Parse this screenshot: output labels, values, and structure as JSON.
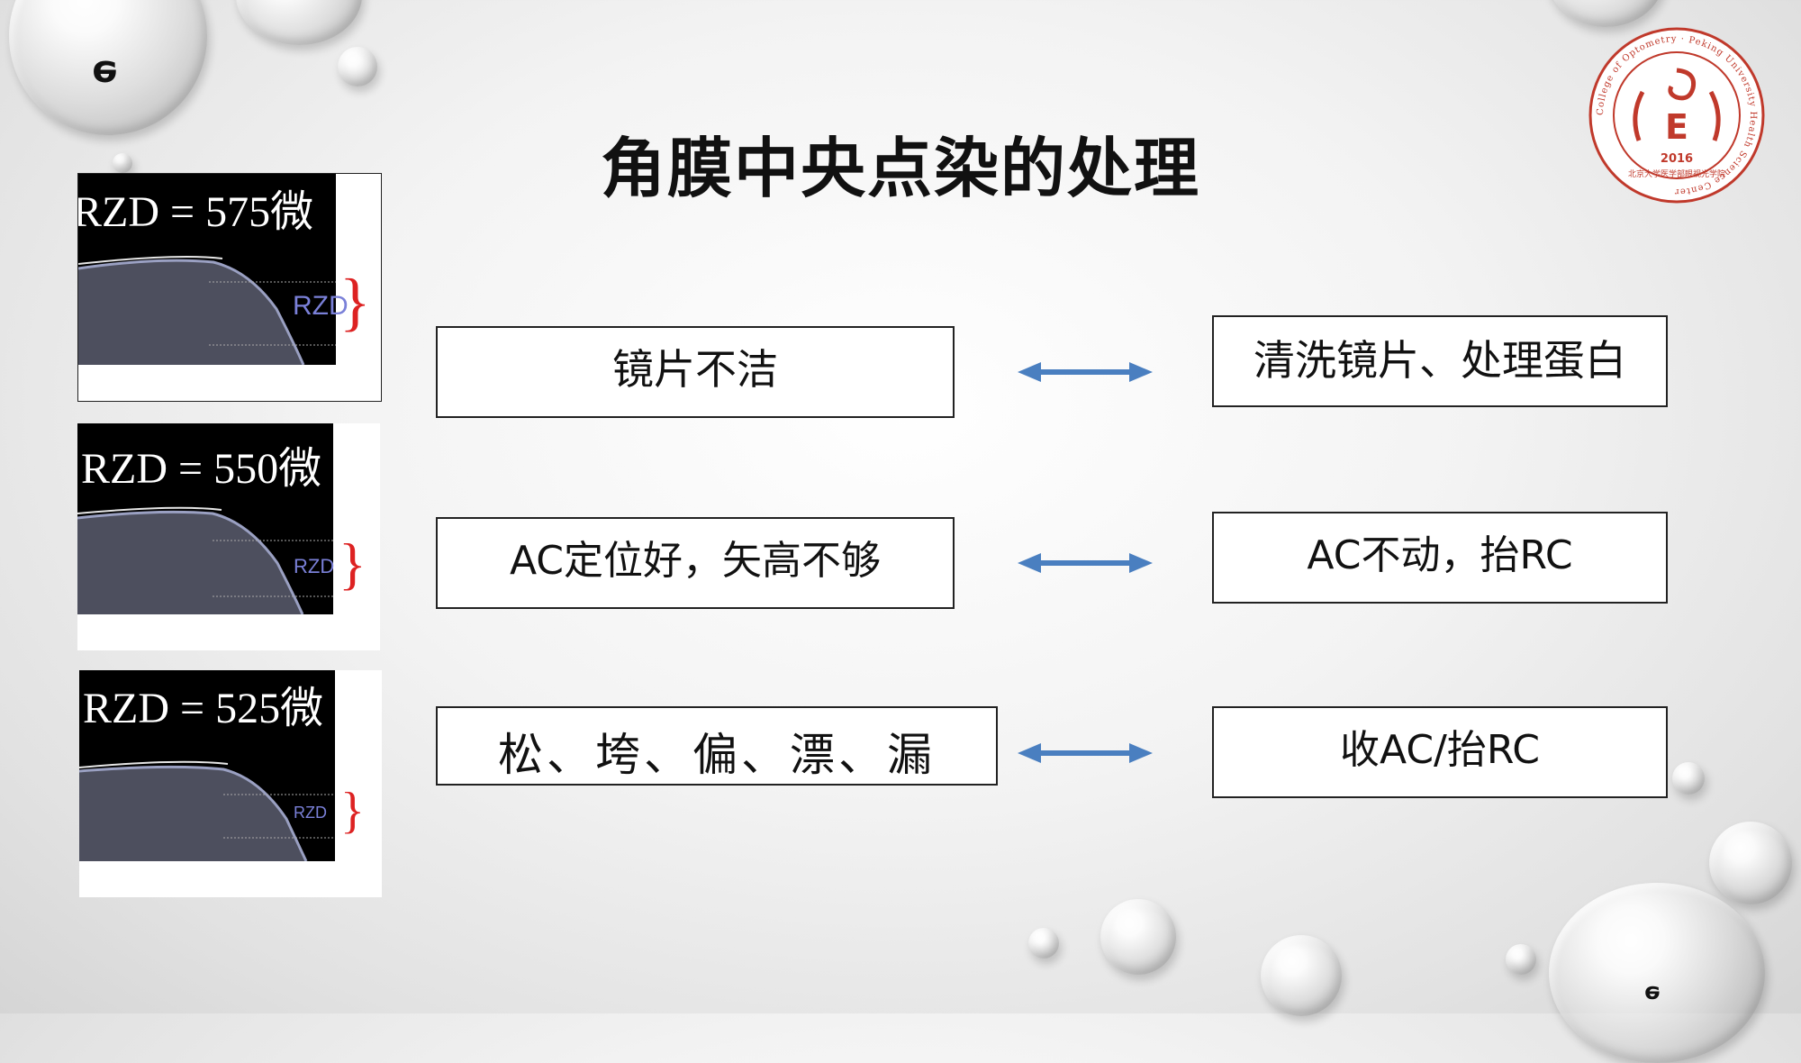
{
  "slide": {
    "title": "角膜中央点染的处理",
    "corner_top_left": "ǝ",
    "corner_bottom_right": "ǝ"
  },
  "logo": {
    "ring_text": "College of Optometry · Peking University Health Science Center",
    "chinese_name": "北京大学医学部眼视光学院",
    "year": "2016",
    "letter": "E",
    "color": "#c0392b"
  },
  "thumbnails": [
    {
      "caption": "RZD = 575微",
      "label": "RZD"
    },
    {
      "caption": "RZD = 550微",
      "label": "RZD"
    },
    {
      "caption": "RZD = 525微",
      "label": "RZD"
    }
  ],
  "rows": [
    {
      "problem": "镜片不洁",
      "solution": "清洗镜片、处理蛋白"
    },
    {
      "problem": "AC定位好，矢高不够",
      "solution": "AC不动，抬RC"
    },
    {
      "problem": "松、垮、偏、漂、漏",
      "solution": "收AC/抬RC"
    }
  ],
  "colors": {
    "arrow": "#4a7fc0",
    "brace": "#dd2222",
    "rzd_label": "#7a80d8"
  }
}
